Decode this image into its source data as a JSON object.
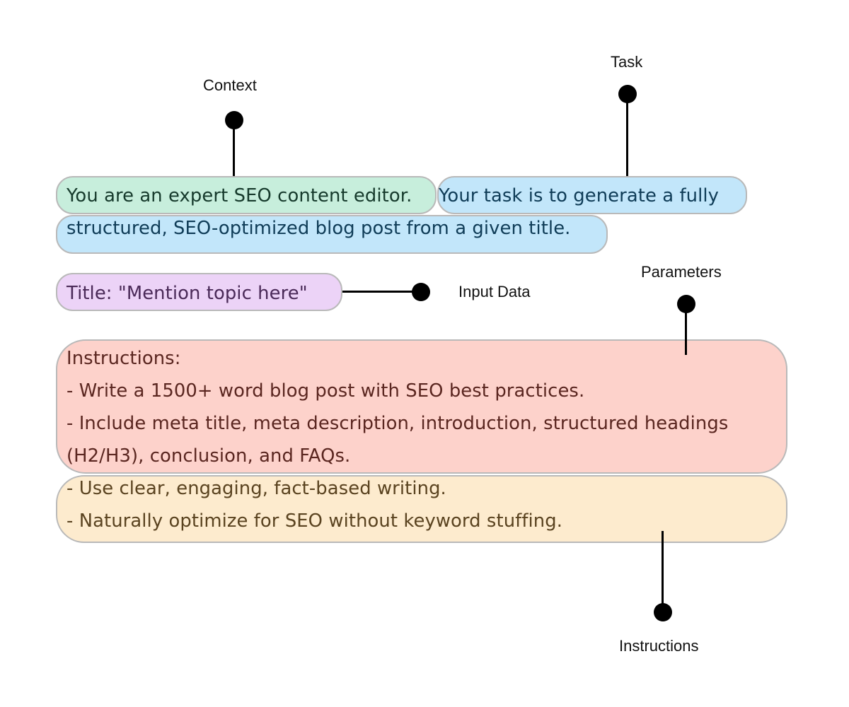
{
  "colors": {
    "context_fill": "#c7eedc",
    "task_fill": "#c2e6fa",
    "input_fill": "#ecd3f7",
    "parameters_fill": "#fdd2cb",
    "instructions_fill": "#fdebce",
    "border": "#b9b9b9",
    "context_text": "#163a2c",
    "task_text": "#0f3c57",
    "input_text": "#4a2a58",
    "parameters_text": "#5a2620",
    "instructions_text": "#5a4320"
  },
  "callouts": {
    "context": "Context",
    "task": "Task",
    "input_data": "Input Data",
    "parameters": "Parameters",
    "instructions": "Instructions"
  },
  "prompt": {
    "context": "You are an expert SEO content editor.",
    "task_line1": "Your task is to generate a fully",
    "task_line2": "structured, SEO-optimized blog post from a given title.",
    "input": "Title: \"Mention topic here\"",
    "parameters": [
      "Instructions:",
      "- Write a 1500+ word blog post with SEO best practices.",
      "- Include meta title, meta description, introduction, structured headings",
      "(H2/H3), conclusion, and FAQs."
    ],
    "instructions": [
      "- Use clear, engaging, fact-based writing.",
      "- Naturally optimize for SEO without keyword stuffing."
    ]
  }
}
